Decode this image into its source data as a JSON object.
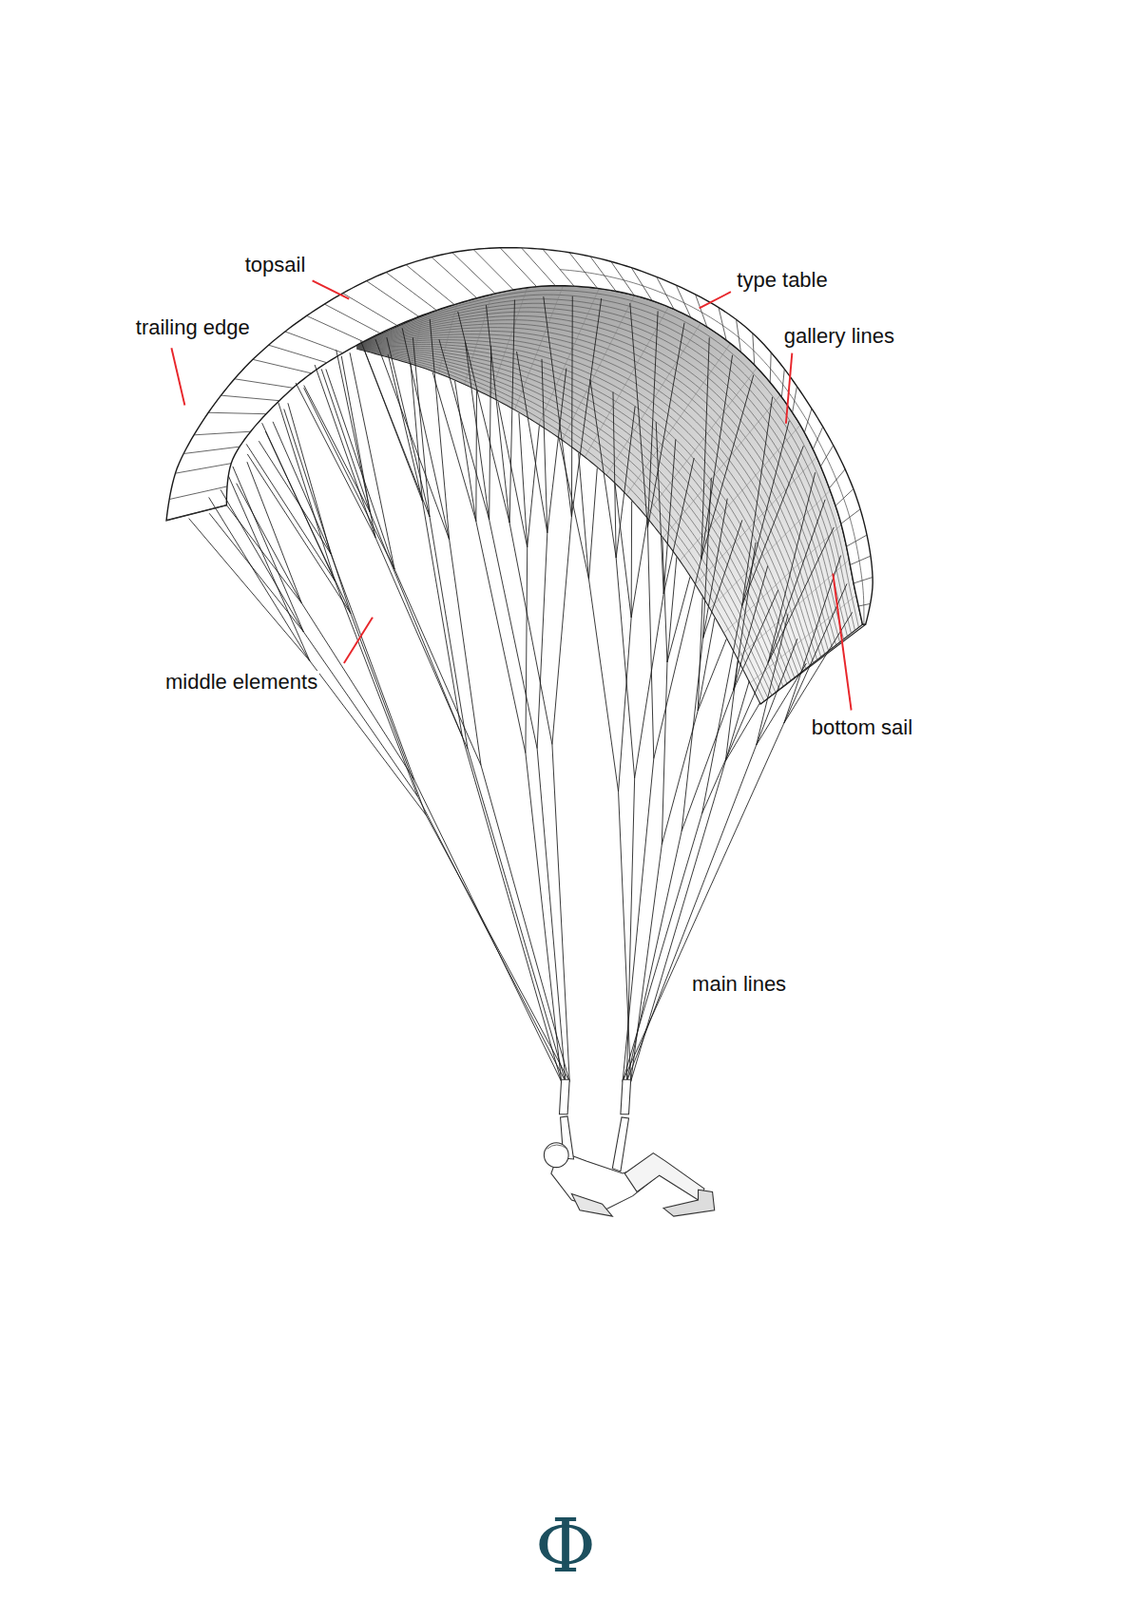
{
  "diagram": {
    "labels": [
      "topsail",
      "trailing edge",
      "type table",
      "gallery lines",
      "middle elements",
      "bottom sail",
      "main lines",
      "Φ"
    ]
  }
}
